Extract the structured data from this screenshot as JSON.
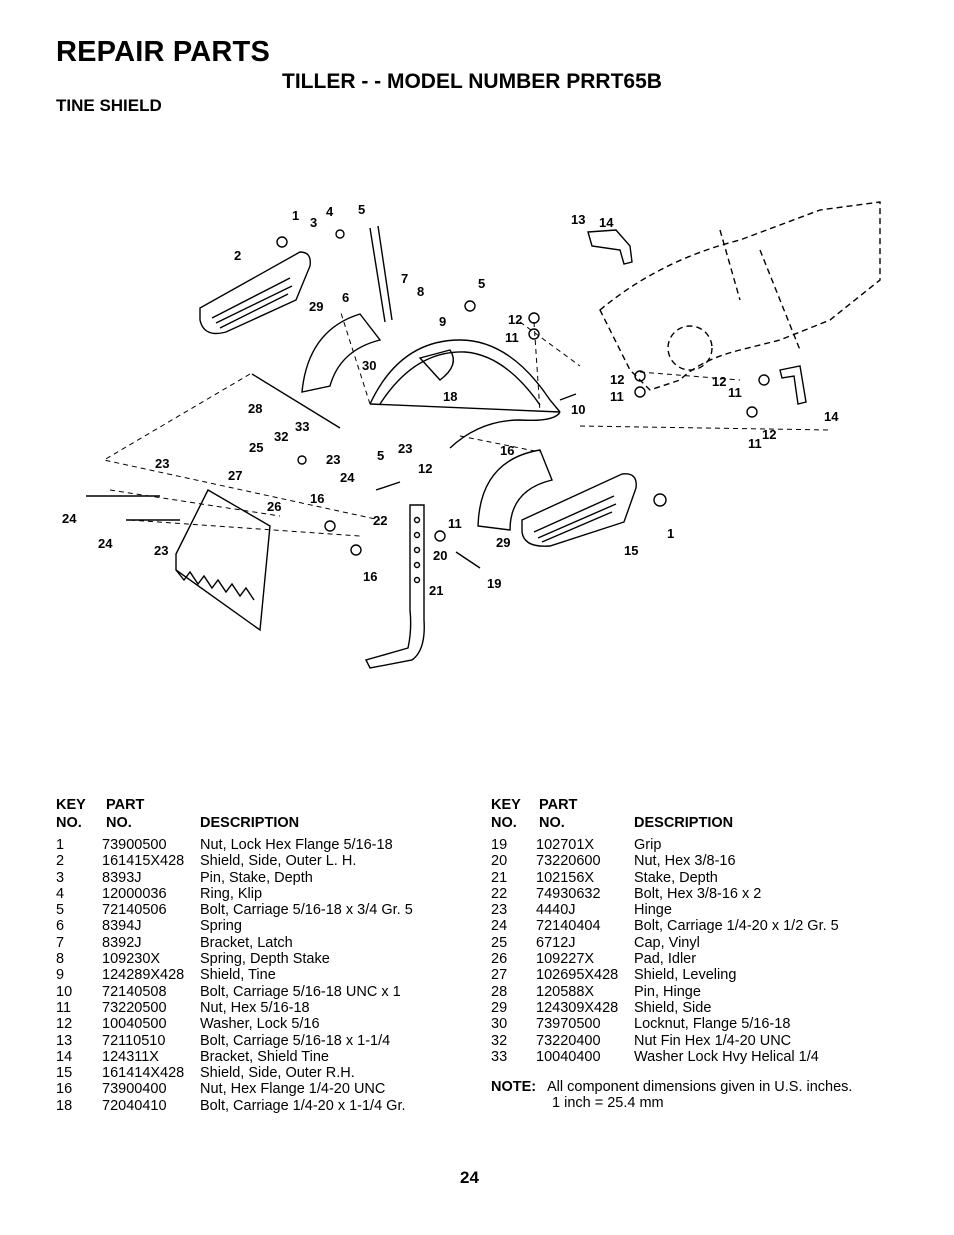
{
  "header": {
    "title": "REPAIR PARTS",
    "subtitle": "TILLER - - MODEL NUMBER PRRT65B",
    "section": "TINE SHIELD"
  },
  "columns": {
    "key_top": "KEY",
    "key_bottom": "NO.",
    "part_top": "PART",
    "part_bottom": "NO.",
    "description": "DESCRIPTION"
  },
  "parts_left": [
    {
      "key": "1",
      "part": "73900500",
      "desc": "Nut, Lock Hex Flange  5/16-18"
    },
    {
      "key": "2",
      "part": "161415X428",
      "desc": "Shield, Side, Outer L. H."
    },
    {
      "key": "3",
      "part": "8393J",
      "desc": "Pin, Stake, Depth"
    },
    {
      "key": "4",
      "part": "12000036",
      "desc": "Ring, Klip"
    },
    {
      "key": "5",
      "part": "72140506",
      "desc": "Bolt, Carriage  5/16-18 x 3/4 Gr. 5"
    },
    {
      "key": "6",
      "part": "8394J",
      "desc": "Spring"
    },
    {
      "key": "7",
      "part": "8392J",
      "desc": "Bracket, Latch"
    },
    {
      "key": "8",
      "part": "109230X",
      "desc": "Spring, Depth Stake"
    },
    {
      "key": "9",
      "part": "124289X428",
      "desc": "Shield, Tine"
    },
    {
      "key": "10",
      "part": "72140508",
      "desc": "Bolt, Carriage 5/16-18 UNC x 1"
    },
    {
      "key": "11",
      "part": "73220500",
      "desc": "Nut, Hex  5/16-18"
    },
    {
      "key": "12",
      "part": "10040500",
      "desc": "Washer, Lock  5/16"
    },
    {
      "key": "13",
      "part": "72110510",
      "desc": "Bolt, Carriage  5/16-18 x 1-1/4"
    },
    {
      "key": "14",
      "part": "124311X",
      "desc": "Bracket, Shield Tine"
    },
    {
      "key": "15",
      "part": "161414X428",
      "desc": "Shield, Side, Outer R.H."
    },
    {
      "key": "16",
      "part": "73900400",
      "desc": "Nut, Hex Flange 1/4-20 UNC"
    },
    {
      "key": "18",
      "part": "72040410",
      "desc": "Bolt, Carriage  1/4-20 x 1-1/4 Gr."
    }
  ],
  "parts_right": [
    {
      "key": "19",
      "part": "102701X",
      "desc": "Grip"
    },
    {
      "key": "20",
      "part": "73220600",
      "desc": "Nut, Hex  3/8-16"
    },
    {
      "key": "21",
      "part": "102156X",
      "desc": "Stake, Depth"
    },
    {
      "key": "22",
      "part": "74930632",
      "desc": "Bolt, Hex  3/8-16 x 2"
    },
    {
      "key": "23",
      "part": "4440J",
      "desc": "Hinge"
    },
    {
      "key": "24",
      "part": "72140404",
      "desc": "Bolt, Carriage  1/4-20 x 1/2 Gr. 5"
    },
    {
      "key": "25",
      "part": "6712J",
      "desc": "Cap, Vinyl"
    },
    {
      "key": "26",
      "part": "109227X",
      "desc": "Pad, Idler"
    },
    {
      "key": "27",
      "part": "102695X428",
      "desc": "Shield, Leveling"
    },
    {
      "key": "28",
      "part": "120588X",
      "desc": "Pin, Hinge"
    },
    {
      "key": "29",
      "part": "124309X428",
      "desc": "Shield, Side"
    },
    {
      "key": "30",
      "part": "73970500",
      "desc": "Locknut, Flange  5/16-18"
    },
    {
      "key": "32",
      "part": "73220400",
      "desc": "Nut Fin Hex  1/4-20 UNC"
    },
    {
      "key": "33",
      "part": "10040400",
      "desc": "Washer Lock Hvy Helical  1/4"
    }
  ],
  "note": {
    "label": "NOTE:",
    "line1": "All component dimensions given in U.S. inches.",
    "line2": "1 inch = 25.4 mm"
  },
  "page_number": "24",
  "callouts": [
    "1",
    "2",
    "3",
    "4",
    "5",
    "29",
    "6",
    "7",
    "8",
    "5",
    "9",
    "30",
    "18",
    "28",
    "33",
    "32",
    "25",
    "23",
    "5",
    "23",
    "10",
    "12",
    "11",
    "12",
    "11",
    "13",
    "14",
    "12",
    "11",
    "11",
    "12",
    "14",
    "23",
    "27",
    "24",
    "16",
    "26",
    "24",
    "23",
    "16",
    "22",
    "12",
    "11",
    "16",
    "29",
    "20",
    "19",
    "21",
    "15",
    "1"
  ]
}
